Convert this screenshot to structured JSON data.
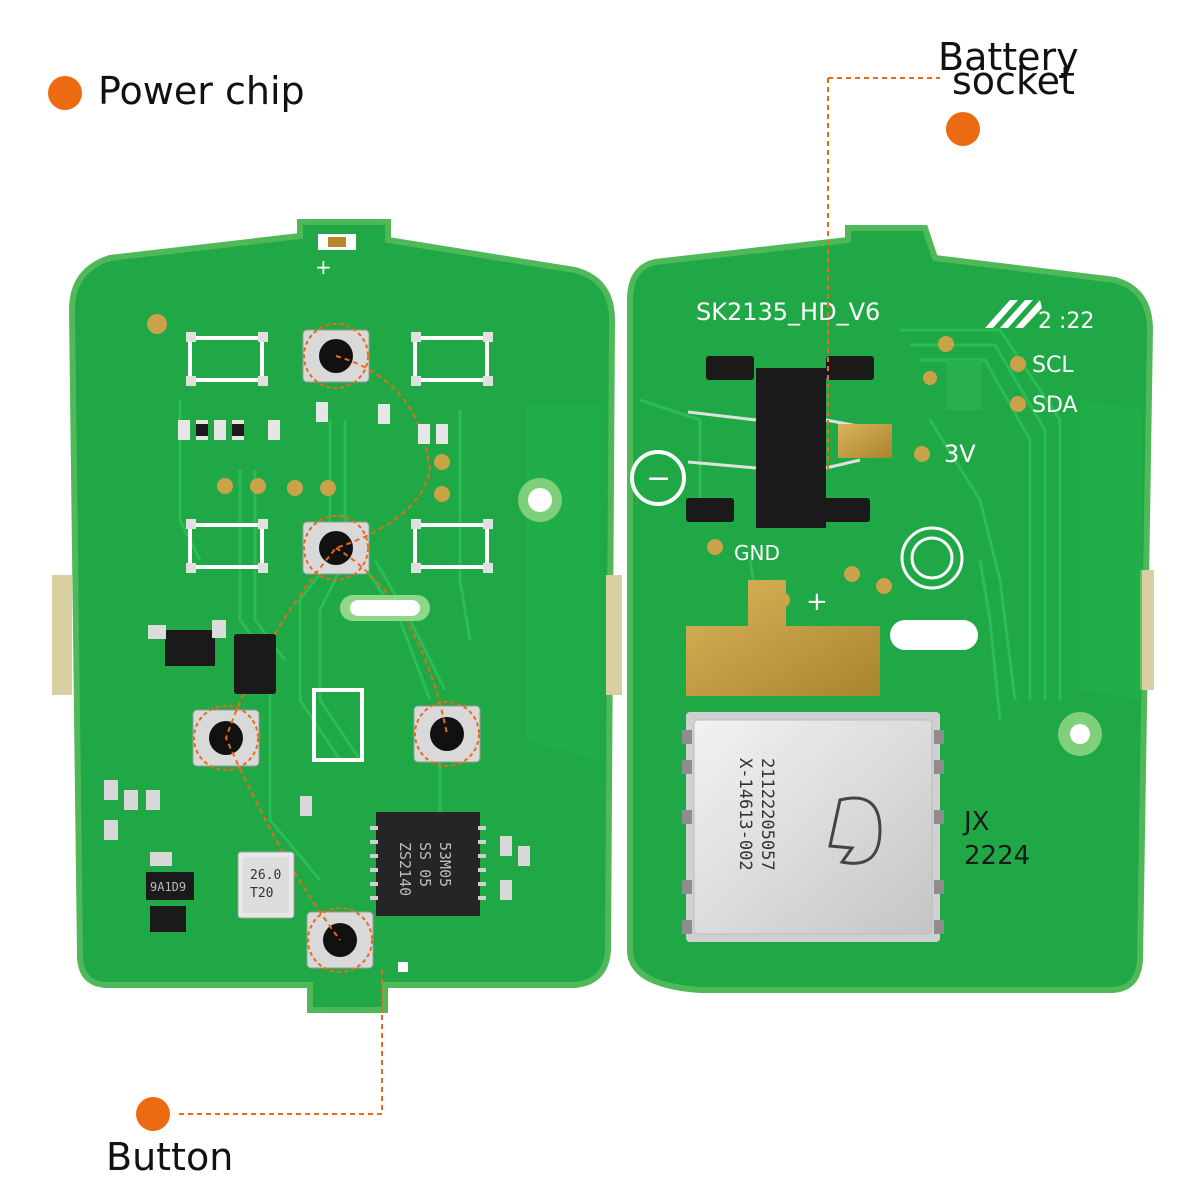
{
  "callouts": {
    "power_chip": "Power chip",
    "battery_socket_line1": "Battery",
    "battery_socket_line2": "socket",
    "button": "Button"
  },
  "board_markings": {
    "model": "SK2135_HD_V6",
    "date_code": "2 :22",
    "scl": "SCL",
    "sda": "SDA",
    "v3": "3V",
    "gnd": "GND",
    "plus": "+",
    "minus": "−",
    "maker_line1": "JX",
    "maker_line2": "2224",
    "module_line1": "X-14613-002",
    "module_line2": "21122205057",
    "front_plus": "+",
    "chip1": "ZS2140",
    "chip2": "SS 05",
    "chip3": "53M05",
    "crystal1": "26.0",
    "crystal2": "T20",
    "small_chip": "9A1D9"
  },
  "colors": {
    "pcb_green": "#1fa845",
    "pcb_edge": "#5ec05a",
    "pad_gold": "#c9a24a",
    "callout_orange": "#ec6a12"
  }
}
